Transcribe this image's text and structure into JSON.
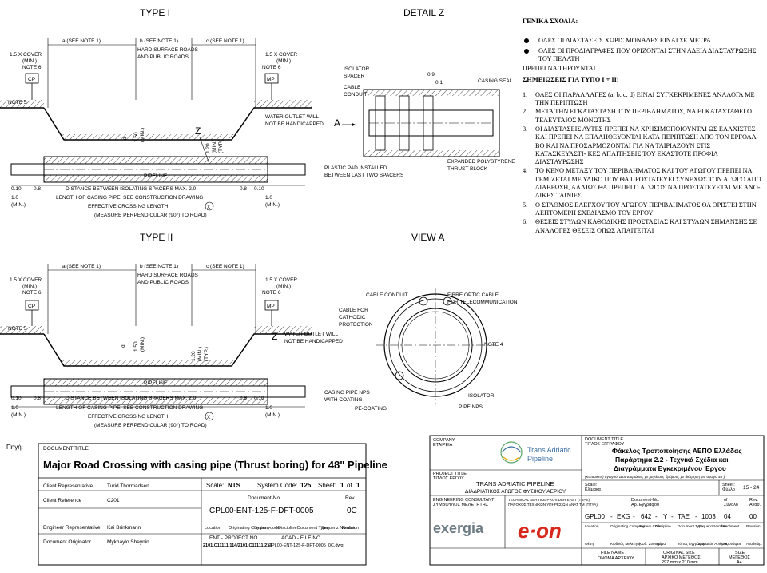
{
  "views": {
    "type1": "TYPE I",
    "detail": "DETAIL Z",
    "type2": "TYPE II",
    "viewA": "VIEW A"
  },
  "drawing": {
    "a_note": "a (SEE NOTE 1)",
    "b_note": "b (SEE NOTE 1)",
    "c_note": "c (SEE NOTE 1)",
    "road1": "HARD SURFACE ROADS",
    "road2": "AND PUBLIC ROADS",
    "cover1": "1.5 X COVER",
    "cover2": "(MIN.)",
    "note6": "NOTE 6",
    "cp": "CP",
    "mp": "MP",
    "note5": "NOTE 5",
    "outlet1": "WATER OUTLET WILL",
    "outlet2": "NOT BE HANDICAPPED",
    "d": "d",
    "dim150": "1.50",
    "min": "(MIN.)",
    "dim120": "1.20",
    "typ": "(TYP.)",
    "pipeline": "PIPELINE",
    "z": "Z",
    "a_marker": "A",
    "d010": "0.10",
    "d08": "0.8",
    "d10": "1.0",
    "distance": "DISTANCE BETWEEN ISOLATING SPACERS MAX. 2.0",
    "length": "LENGTH OF CASING PIPE, SEE CONSTRUCTION DRAWING",
    "effective": "EFFECTIVE CROSSING LENGTH",
    "x": "X",
    "measure": "(MEASURE PERPENDICULAR (90°) TO ROAD)"
  },
  "detailZ": {
    "isolator": "ISOLATOR",
    "spacer": "SPACER",
    "cable": "CABLE",
    "conduit": "CONDUIT",
    "d09": "0.9",
    "d01": "0.1",
    "seal": "CASING SEAL",
    "plastic1": "PLASTIC PAD INSTALLED",
    "plastic2": "BETWEEN LAST TWO SPACERS",
    "exp1": "EXPANDED POLYSTYRENE",
    "exp2": "THRUST BLOCK"
  },
  "viewAData": {
    "cable": "CABLE CONDUIT",
    "fibre1": "FIBRE OPTIC CABLE",
    "fibre2": "FOR TELECOMMUNICATION",
    "cath1": "CABLE FOR",
    "cath2": "CATHODIC",
    "cath3": "PROTECTION",
    "note4": "NOTE 4",
    "casing1": "CASING PIPE NPS",
    "casing2": "WITH COATING",
    "pe": "PE-COATING",
    "iso": "ISOLATOR",
    "pipe": "PIPE NPS"
  },
  "notes": {
    "heading": "ΓΕΝΙΚΑ ΣΧΟΛΙΑ:",
    "general": [
      "ΟΛΕΣ ΟΙ ΔΙΑΣΤΑΣΕΙΣ ΧΩΡΙΣ ΜΟΝΑΔΕΣ ΕΙΝΑΙ ΣΕ ΜΕΤΡΑ",
      "ΟΛΕΣ ΟΙ ΠΡΟΔΙΑΓΡΑΦΕΣ ΠΟΥ ΟΡΙΖΟΝΤΑΙ ΣΤΗΝ ΑΔΕΙΑ ΔΙΑΣΤΑΥΡΩΣΗΣ ΤΟΥ ΠΕΛΑΤΗ"
    ],
    "general_cont": "ΠΡΕΠΕΙ ΝΑ ΤΗΡΟΥΝΤΑΙ",
    "subheading": "ΣΗΜΕΙΩΣΕΙΣ ΓΙΑ ΤΥΠΟ Ι + ΙΙ:",
    "items": [
      {
        "n": "1.",
        "t": "ΟΛΕΣ ΟΙ ΠΑΡΑΛΛΑΓΕΣ (a, b, c, d) ΕΙΝΑΙ ΣΥΓΚΕΚΡΙΜΕΝΕΣ ΑΝΑΛΟΓΑ ΜΕ ΤΗΝ ΠΕΡΙΠΤΩΣΗ"
      },
      {
        "n": "2.",
        "t": "ΜΕΤΑ ΤΗΝ ΕΓΚΑΤΑΣΤΑΣΗ ΤΟΥ ΠΕΡΙΒΛΗΜΑΤΟΣ, ΝΑ ΕΓΚΑΤΑΣΤΑΘΕΙ Ο ΤΕΛΕΥΤΑΙΟΣ ΜΟΝΩΤΗΣ"
      },
      {
        "n": "3.",
        "t": "ΟΙ ΔΙΑΣΤΑΣΕΙΣ ΑΥΤΕΣ ΠΡΕΠΕΙ ΝΑ ΧΡΗΣΙΜΟΠΟΙΟΥΝΤΑΙ ΩΣ ΕΛΑΧΙΣΤΕΣ ΚΑΙ ΠΡΕΠΕΙ ΝΑ ΕΠΑΛΗΘΕΥΟΝΤΑΙ ΚΑΤΑ ΠΕΡΙΠΤΩΣΗ ΑΠΟ ΤΟΝ ΕΡΓΟΛΑ- ΒΟ ΚΑΙ ΝΑ ΠΡΟΣΑΡΜΟΖΟΝΤΑΙ ΓΙΑ ΝΑ ΤΑΙΡΙΑΖΟΥΝ ΣΤΙΣ ΚΑΤΑΣΚΕΥΑΣΤΙ- ΚΕΣ ΑΠΑΙΤΗΣΕΙΣ ΤΟΥ ΕΚΑΣΤΟΤΕ ΠΡΟΦΙΛ ΔΙΑΣΤΑΥΡΩΣΗΣ"
      },
      {
        "n": "4.",
        "t": "ΤΟ ΚΕΝΟ ΜΕΤΑΞΥ ΤΟΥ ΠΕΡΙΒΛΗΜΑΤΟΣ ΚΑΙ ΤΟΥ ΑΓΩΓΟΥ ΠΡΕΠΕΙ ΝΑ ΓΕΜΙΖΕΤΑΙ ΜΕ ΥΛΙΚΟ ΠΟΥ ΘΑ ΠΡΟΣΤΑΤΕΥΕΙ ΣΥΝΕΧΩΣ ΤΟΝ ΑΓΩΓΟ ΑΠΟ ΔΙΑΒΡΩΣΗ, ΑΛΛΙΩΣ ΘΑ ΠΡΕΠΕΙ Ο ΑΓΩΓΟΣ ΝΑ ΠΡΟΣΤΑΤΕΥΕΤΑΙ ΜΕ ΑΝΟ- ΔΙΚΕΣ ΤΑΙΝΙΕΣ"
      },
      {
        "n": "5.",
        "t": "Ο ΣΤΑΘΜΟΣ ΕΛΕΓΧΟΥ ΤΟΥ ΑΓΩΓΟΥ ΠΕΡΙΒΛΗΜΑΤΟΣ ΘΑ ΟΡΙΣΤΕΙ ΣΤΗΝ ΛΕΠΤΟΜΕΡΗ ΣΧΕΔΙΑΣΜΟ ΤΟΥ ΕΡΓΟΥ"
      },
      {
        "n": "6.",
        "t": "ΘΕΣΕΙΣ ΣΤΥΛΩΝ ΚΑΘΟΔΙΚΗΣ ΠΡΟΣΤΑΣΙΑΣ ΚΑΙ ΣΤΥΛΩΝ ΣΗΜΑΝΣΗΣ ΣΕ ΑΝΑΛΟΓΕΣ ΘΕΣΕΙΣ ΟΠΩΣ ΑΠΑΙΤΕΙΤΑΙ"
      }
    ]
  },
  "titleblock": {
    "source": "Πηγή:",
    "doc_title_label": "DOCUMENT TITLE",
    "doc_title": "Major Road Crossing  with casing pipe (Thrust boring) for 48\" Pipeline",
    "client_rep_label": "Client Representative",
    "client_rep": "Turid Thormadsen",
    "client_ref_label": "Client Reference",
    "client_ref": "C201",
    "eng_rep_label": "Engineer Representative",
    "eng_rep": "Kai Brinkmann",
    "originator_label": "Document Originator",
    "originator": "Mykhaylo Sheynin",
    "scale_label": "Scale:",
    "scale": "NTS",
    "syscode_label": "System Code:",
    "syscode": "125",
    "sheet_label": "Sheet:",
    "sheet": "1",
    "of": "of",
    "sheet_total": "1",
    "docno_label": "Document-No.",
    "docno": "CPL00-ENT-125-F-DFT-0005",
    "rev_label": "Rev.",
    "rev": "0C",
    "cols": [
      "Location",
      "Originating Company",
      "System-code",
      "Discipline",
      "Document Type",
      "Sequenz Number",
      "Revision"
    ],
    "ent_project": "ENT - PROJECT NO.",
    "ent_project_val": "2101.C11111.114/2101.C11111.214",
    "acad": "ACAD - FILE NO.",
    "acad_val": "CPL00-ENT-125-F-DFT-0005_0C.dwg",
    "company_label1": "COMPANY",
    "company_label2": "ΕΤΑΙΡΕΙΑ",
    "tap1": "Trans Adriatic",
    "tap2": "Pipeline",
    "proj_title1": "PROJECT TITLE",
    "proj_title2": "ΤΙΤΛΟΣ ΕΡΓΟΥ",
    "proj_name": "TRANS ADRIATIC PIPELINE",
    "proj_name_gr": "ΔΙΑΔΡΙΑΤΙΚΟΣ ΑΓΩΓΟΣ ΦΥΣΙΚΟΥ ΑΕΡΙΟΥ",
    "eng_cons1": "ENGINEERING CONSULTANT",
    "eng_cons2": "ΣΥΜΒΟΥΛΟΣ ΜΕΛΕΤΗΤΗΣ",
    "tech1": "TECHNICAL SERVICE PROVIDER EAST (TSPE)",
    "tech2": "ΠΑΡΟΧΟΣ ΤΕΧΝΙΚΩΝ ΥΠΗΡΕΣΙΩΝ ΑΝΑΤ ΤΜ (ΠΤΥΑ)",
    "exergia": "exergia",
    "eon": "e·on",
    "gr_doc_title1": "DOCUMENT TITLE",
    "gr_doc_title2": "ΤΙΤΛΟΣ ΕΓΓΡΑΦΟΥ",
    "gr_t1": "Φάκελος Τροποποίησης ΑΕΠΟ Ελλάδας",
    "gr_t2": "Παράρτημα 2.2 - Τεχνικά Σχέδια και",
    "gr_t3": "Διαγράμματα Εγκεκριμένου Έργου",
    "gr_sub": "(Κατασκευή αγωγού: Διασταυρώσεις με μεγάλους δρόμους με διάτρηση για αγωγό 48\")",
    "gr_scale1": "Scale:",
    "gr_scale2": "Κλίμακα",
    "gr_sheet1": "Sheet:",
    "gr_sheet2": "Φύλλο",
    "gr_sheet": "15 - 24",
    "gr_docno1": "Document-No.",
    "gr_docno2": "Αρ. Εγγράφου",
    "gr_of1": "of",
    "gr_of2": "Σύνολο",
    "gr_rev1": "Rev.",
    "gr_rev2": "Αναθ.",
    "gr_code": [
      "GPL00",
      "-",
      "EXG",
      "-",
      "642",
      "-",
      "Y",
      "-",
      "TAE",
      "-",
      "1003"
    ],
    "gr_sheetno": "04",
    "gr_revno": "00",
    "gr_cols": [
      "Location",
      "Originating Company",
      "System Code",
      "Discipline",
      "Document Type",
      "Sequenz Number",
      "Attachment",
      "Revision"
    ],
    "gr_cols2": [
      "Θέση",
      "Κωδικός Μελετητή",
      "Κωδ. Συστήμ.",
      "Τμήμα",
      "Τύπος Εγγράφου",
      "Σειριακός Αριθμός",
      "Επισυνάψεις",
      "Αναθεώρ."
    ],
    "file1": "FILE NAME",
    "file2": "ΟΝΟΜΑ ΑΡΧΕΙΟΥ",
    "orig1": "ORIGINAL SIZE",
    "orig2": "ΑΡΧΙΚΟ ΜΕΓΕΘΟΣ",
    "orig3": "297 mm x 210 mm",
    "size1": "SIZE",
    "size2": "ΜΕΓΕΘΟΣ",
    "size3": "A4"
  },
  "colors": {
    "tap_blue": "#3a6ea5",
    "tap_green": "#5aa56a",
    "eon_red": "#d7281b",
    "exergia_grey": "#6c7a82"
  }
}
